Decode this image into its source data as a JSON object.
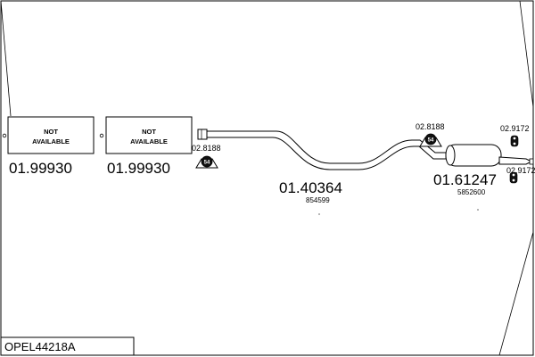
{
  "diagram": {
    "code_label": "OPEL44218A",
    "parts": [
      {
        "box_text_line1": "NOT",
        "box_text_line2": "AVAILABLE",
        "part_number": "01.99930"
      },
      {
        "box_text_line1": "NOT",
        "box_text_line2": "AVAILABLE",
        "part_number": "01.99930"
      },
      {
        "part_number": "01.40364",
        "oem_number": "854599"
      },
      {
        "part_number": "01.61247",
        "oem_number": "5852600"
      }
    ],
    "fittings": [
      {
        "part_number": "02.8188",
        "icon_text": "54"
      },
      {
        "part_number": "02.8188",
        "icon_text": "54"
      },
      {
        "part_number": "02.9172"
      },
      {
        "part_number": "02.9172"
      }
    ],
    "colors": {
      "line": "#000000",
      "background": "#ffffff",
      "icon_fill": "#111111"
    }
  }
}
